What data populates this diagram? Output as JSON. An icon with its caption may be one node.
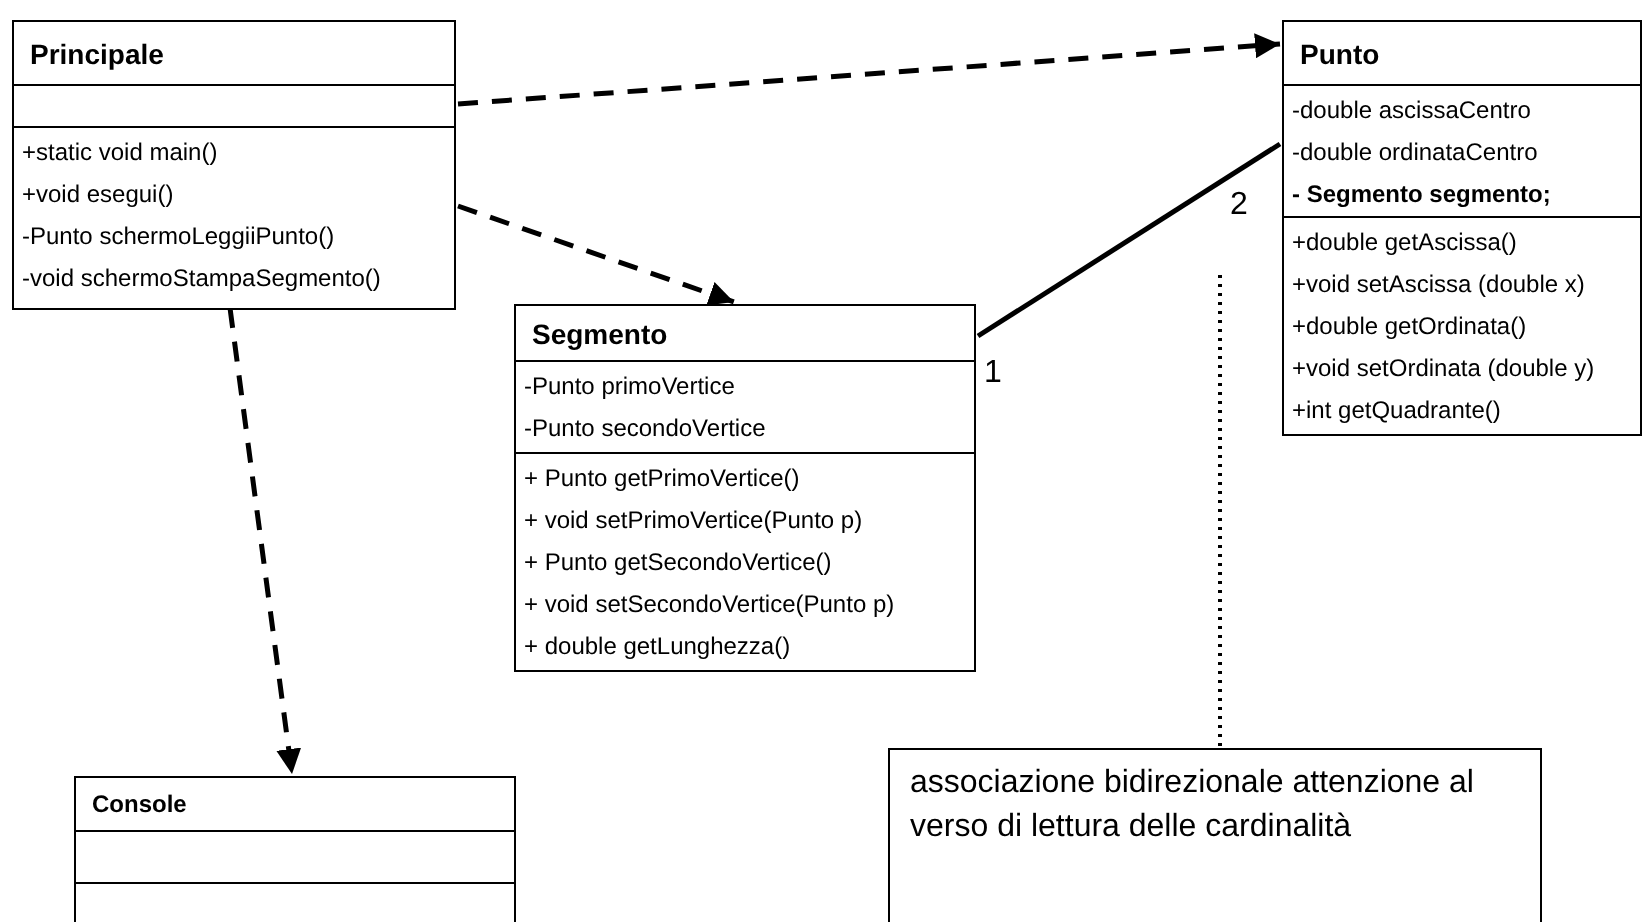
{
  "diagram": {
    "nodes": [
      {
        "text": [
          "Principale",
          "+static void main()",
          "+void esegui()",
          "-Punto schermoLeggiiPunto()",
          "-void schermoStampaSegmento()"
        ]
      },
      {
        "text": [
          "Punto",
          "-double ascissaCentro",
          "-double ordinataCentro",
          "- Segmento segmento;",
          "+double getAscissa()",
          "+void setAscissa (double x)",
          "+double getOrdinata()",
          "+void setOrdinata (double y)",
          "+int getQuadrante()"
        ]
      },
      {
        "text": [
          "Segmento",
          "-Punto primoVertice",
          "-Punto secondoVertice",
          "+ Punto getPrimoVertice()",
          "+ void setPrimoVertice(Punto p)",
          "+ Punto getSecondoVertice()",
          "+ void setSecondoVertice(Punto p)",
          "+ double getLunghezza()"
        ]
      },
      {
        "text": [
          "Console"
        ]
      },
      {
        "text": [
          "associazione bidirezionale attenzione al verso di lettura delle cardinalità"
        ]
      }
    ],
    "edges": [
      {
        "from": 0,
        "to": 1,
        "arrow": "to",
        "style": "dashed"
      },
      {
        "from": 0,
        "to": 2,
        "arrow": "to",
        "style": "dashed"
      },
      {
        "from": 0,
        "to": 3,
        "arrow": "to",
        "style": "dashed"
      },
      {
        "from": 2,
        "to": 1,
        "arrow": "none"
      },
      {
        "from": 4,
        "to": null,
        "arrow": "none",
        "style": "dashed"
      }
    ],
    "labels": [
      "1",
      "2"
    ]
  }
}
